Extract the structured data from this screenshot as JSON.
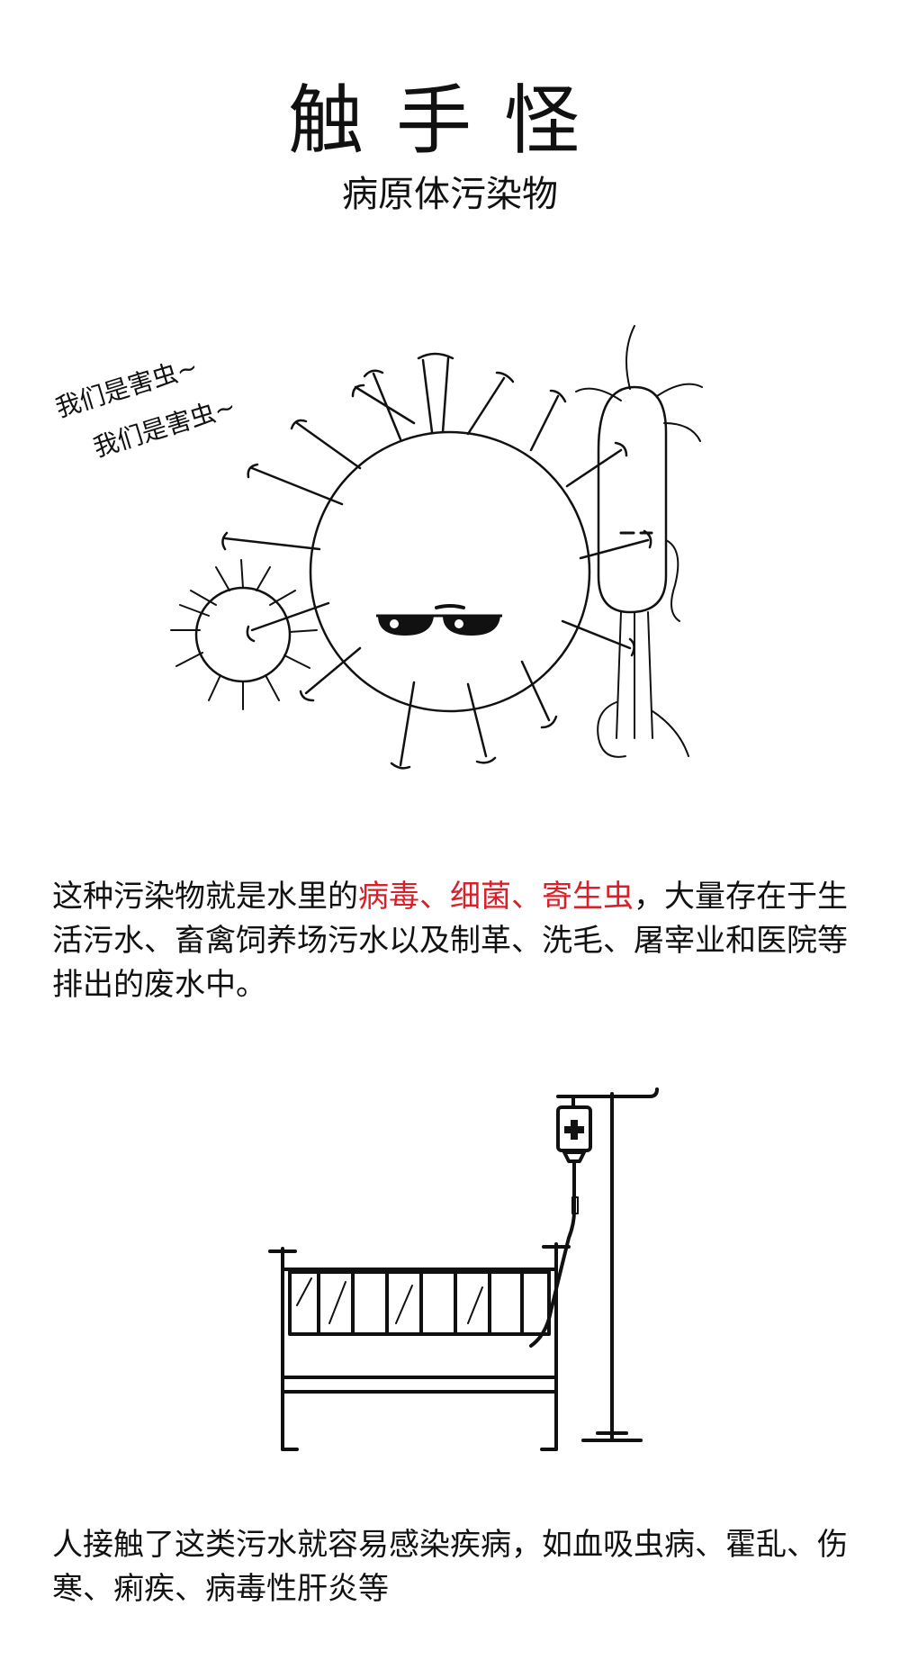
{
  "header": {
    "title": "触手怪",
    "subtitle": "病原体污染物"
  },
  "illustration_top": {
    "speech_line_1": "我们是害虫~",
    "speech_line_2": "我们是害虫~"
  },
  "paragraph_1": {
    "before": "这种污染物就是水里的",
    "highlight": "病毒、细菌、寄生虫",
    "after": "，大量存在于生活污水、畜禽饲养场污水以及制革、洗毛、屠宰业和医院等排出的废水中。",
    "highlight_color": "#d8202a"
  },
  "paragraph_2": {
    "text": "人接触了这类污水就容易感染疾病，如血吸虫病、霍乱、伤寒、痢疾、病毒性肝炎等"
  }
}
